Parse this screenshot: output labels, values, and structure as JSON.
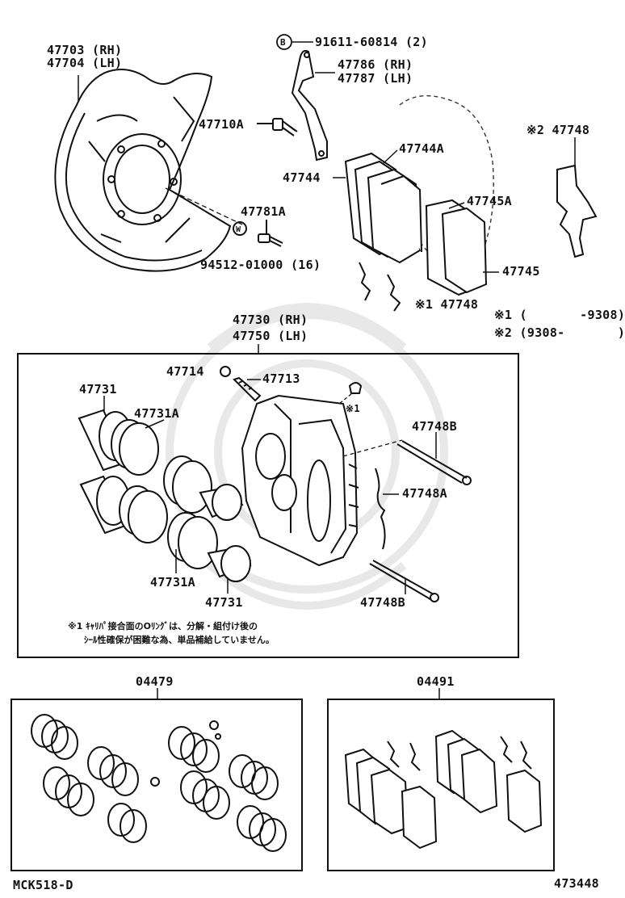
{
  "top": {
    "shield_rh": "47703 (RH)",
    "shield_lh": "47704 (LH)",
    "b_marker": "B",
    "bolt_b": "91611-60814 (2)",
    "hose_bracket_rh": "47786 (RH)",
    "hose_bracket_lh": "47787 (LH)",
    "bolt_47710a": "47710A",
    "label_47744a": "47744A",
    "label_47744": "47744",
    "label_47781a": "47781A",
    "w_marker": "W",
    "washer": "94512-01000 (16)",
    "label_47745a": "47745A",
    "label_47745": "47745",
    "note2_part": "※2 47748",
    "note1_part": "※1 47748",
    "note1_range": "※1 (       -9308)",
    "note2_range": "※2 (9308-       )"
  },
  "caliper": {
    "rh": "47730 (RH)",
    "lh": "47750 (LH)",
    "label_47714": "47714",
    "label_47713": "47713",
    "label_47731_a": "47731",
    "label_47731a_a": "47731A",
    "note1_mark": "※1",
    "label_47748b_a": "47748B",
    "label_47748a": "47748A",
    "label_47731a_b": "47731A",
    "label_47731_b": "47731",
    "label_47748b_b": "47748B",
    "note_line1": "※1 ｷｬﾘﾊﾟ接合面のOﾘﾝｸﾞは、分解・組付け後の",
    "note_line2": "ｼｰﾙ性確保が困難な為、単品補給していません。"
  },
  "kits": {
    "seal_kit": "04479",
    "pad_kit": "04491"
  },
  "footer": {
    "code_left": "MCK518-D",
    "code_right": "473448"
  }
}
